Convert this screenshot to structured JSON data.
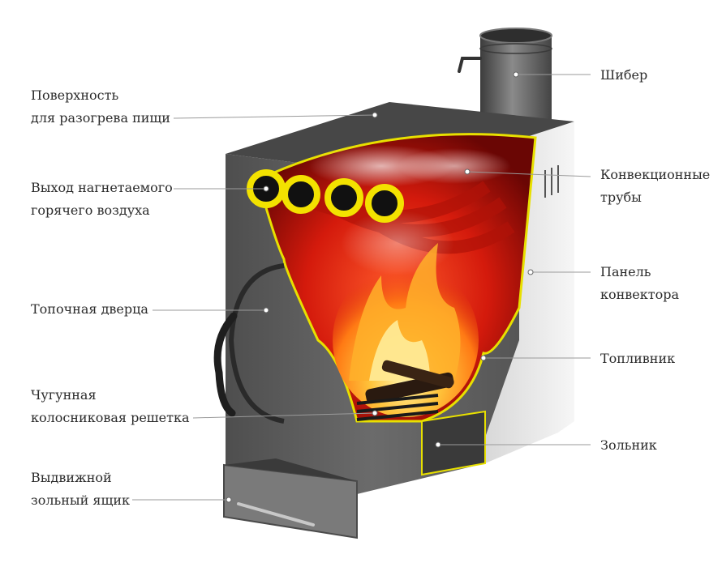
{
  "labels": {
    "surface": [
      "Поверхность",
      "для разогрева пищи"
    ],
    "air_outlet": [
      "Выход нагнетаемого",
      "горячего воздуха"
    ],
    "door": [
      "Топочная дверца"
    ],
    "grate": [
      "Чугунная",
      "колосниковая решетка"
    ],
    "ash_drawer": [
      "Выдвижной",
      "зольный ящик"
    ],
    "damper": [
      "Шибер"
    ],
    "convection_pipes": [
      "Конвекционные",
      "трубы"
    ],
    "convector_panel": [
      "Панель",
      "конвектора"
    ],
    "firebox": [
      "Топливник"
    ],
    "ash_pit": [
      "Зольник"
    ]
  },
  "colors": {
    "body": "#5c5c5c",
    "top": "#4a4a4a",
    "panel": "#ececec",
    "cutaway_edge": "#e8e000",
    "fire_inner": "#cc1a0a",
    "flame": "#ff9a1a",
    "leader": "#9a9a9a"
  }
}
